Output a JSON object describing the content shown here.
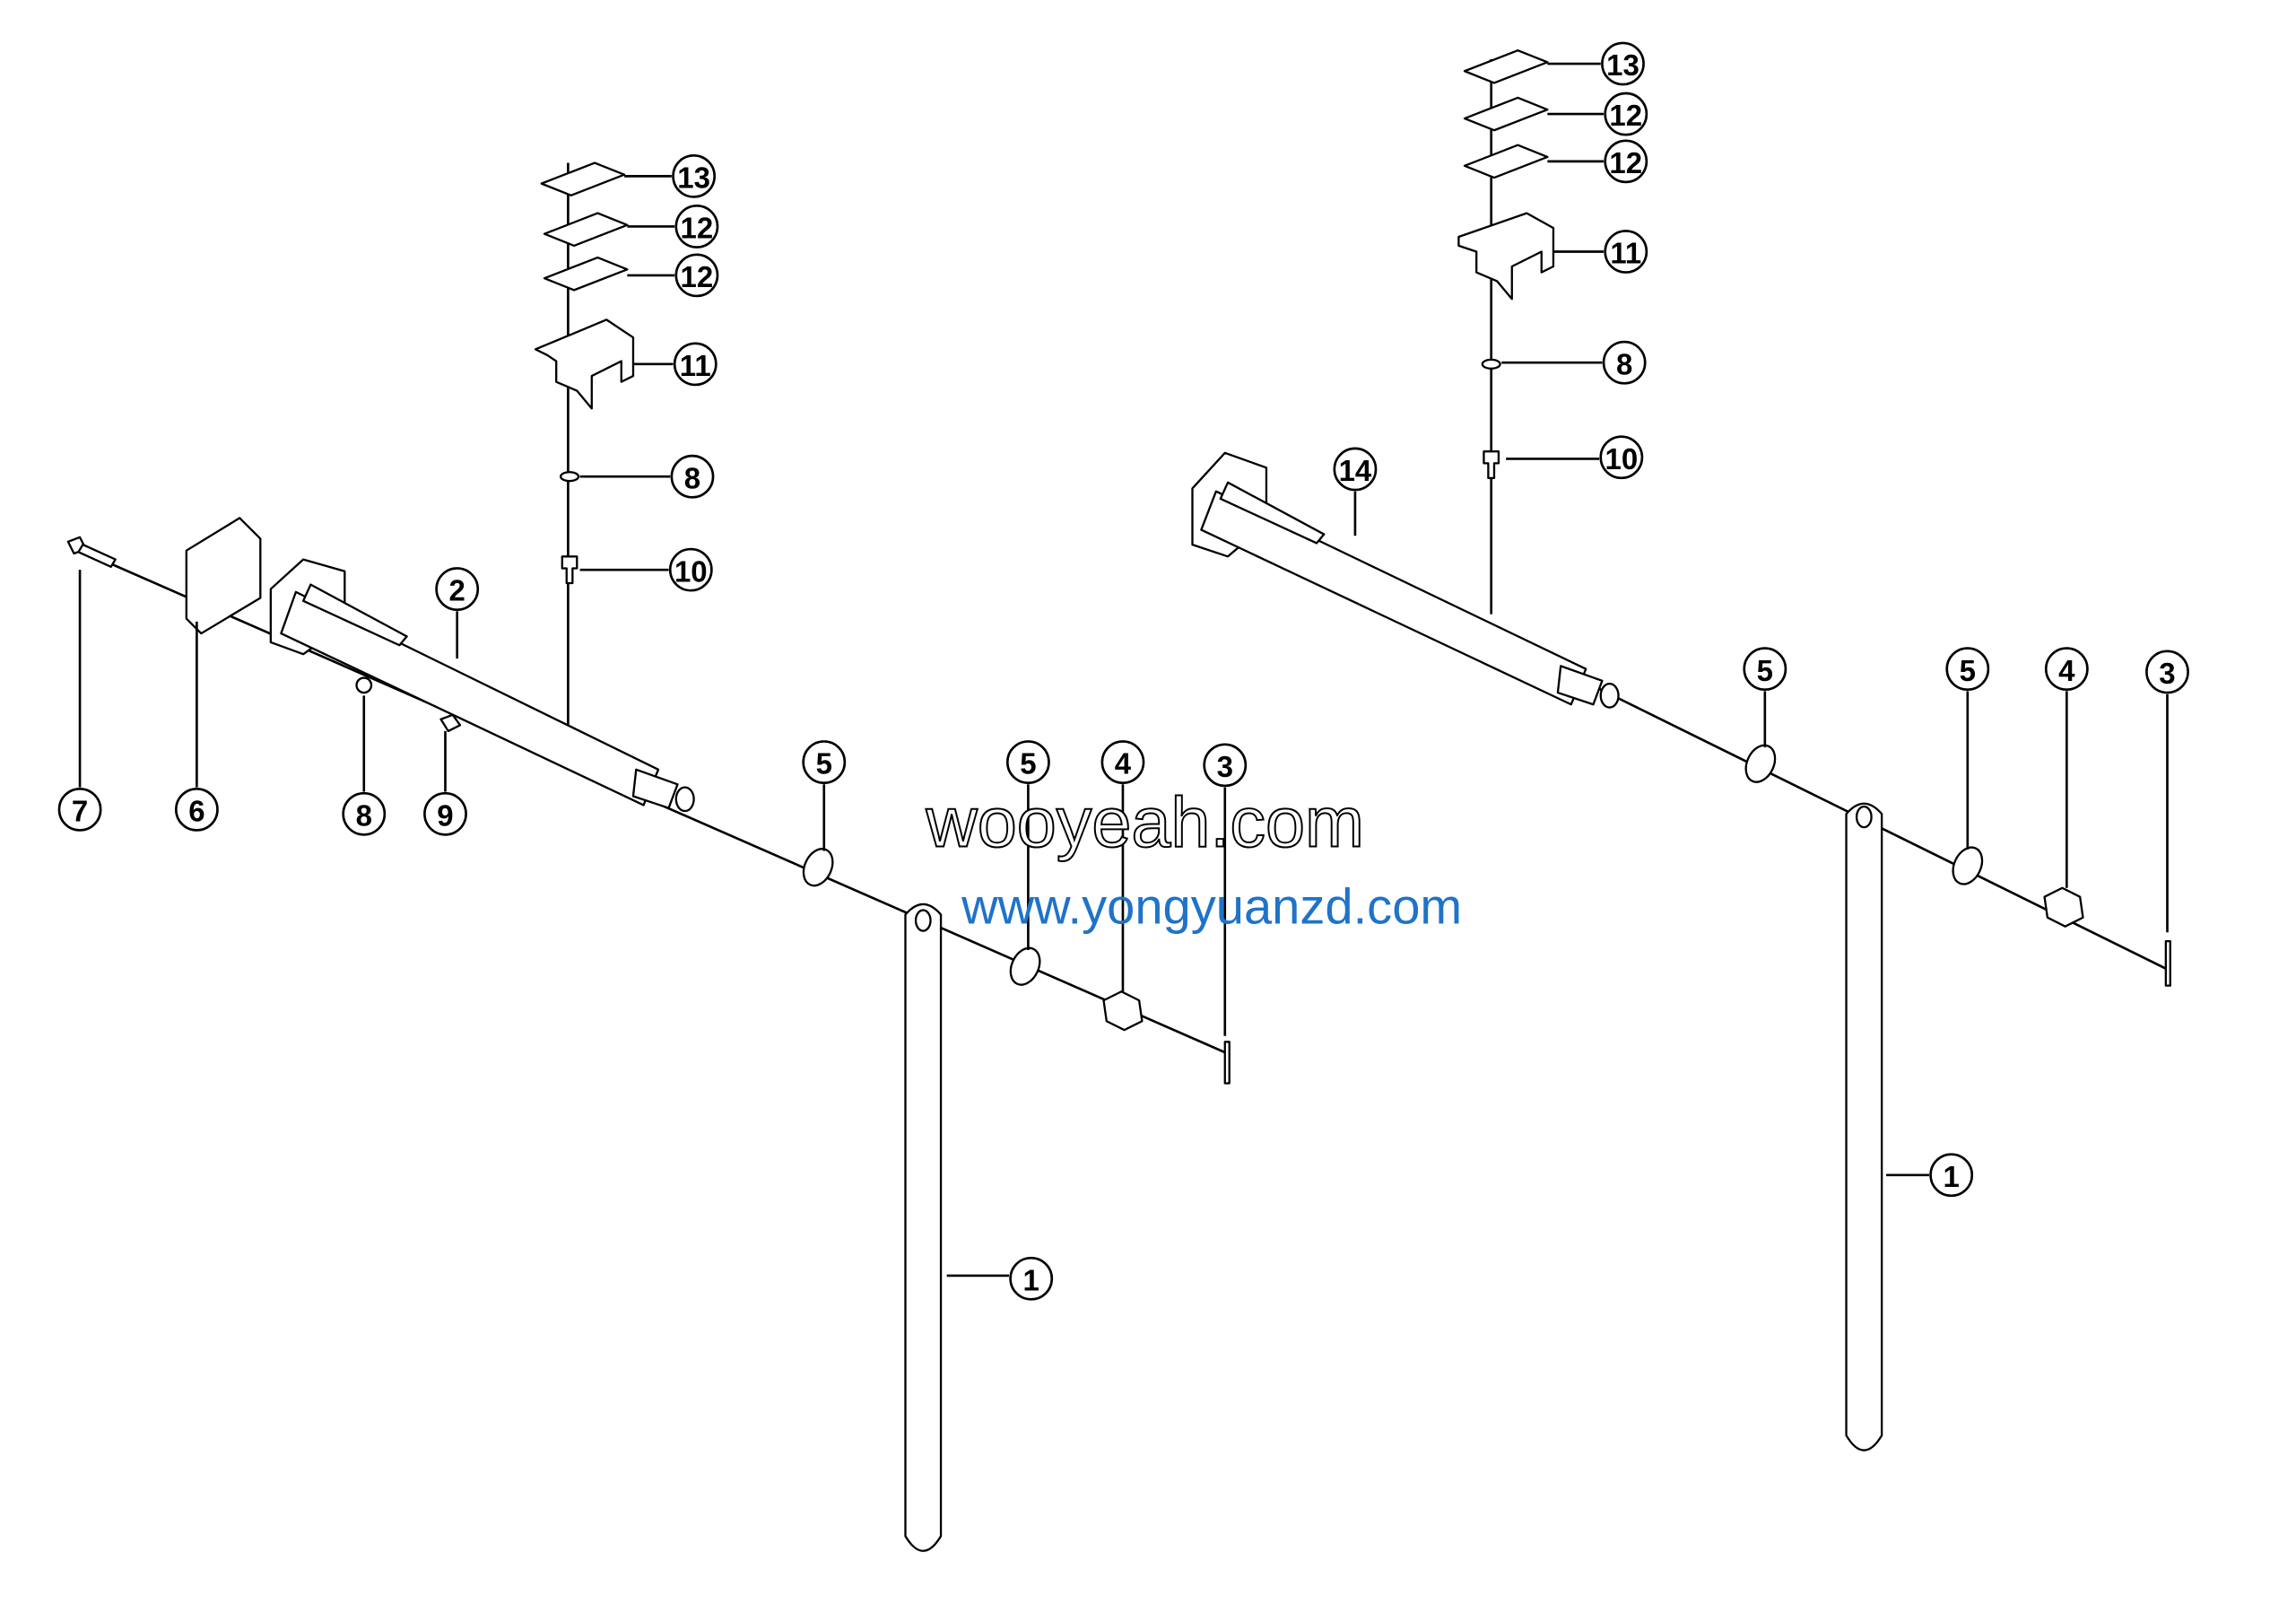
{
  "diagram": {
    "type": "exploded parts diagram",
    "left_assembly": {
      "callouts": [
        "13",
        "12",
        "12",
        "11",
        "8",
        "10",
        "2",
        "7",
        "6",
        "8",
        "9",
        "5",
        "5",
        "4",
        "3",
        "1"
      ]
    },
    "right_assembly": {
      "callouts": [
        "13",
        "12",
        "12",
        "11",
        "8",
        "10",
        "14",
        "5",
        "5",
        "4",
        "3",
        "1"
      ]
    }
  },
  "watermark": {
    "primary": "wooyeah.com",
    "secondary": "www.yongyuanzd.com"
  }
}
